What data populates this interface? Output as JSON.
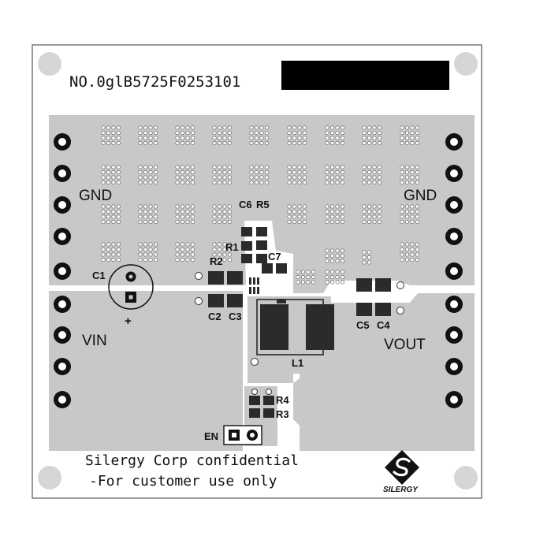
{
  "board": {
    "serial": "NO.0glB5725F0253101",
    "footer_line1": "Silergy Corp confidential",
    "footer_line2": "-For customer use only",
    "logo_text": "SILERGY"
  },
  "nets": {
    "gnd_left": "GND",
    "gnd_right": "GND",
    "vin": "VIN",
    "vout": "VOUT",
    "en": "EN"
  },
  "components": {
    "c1": "C1",
    "c1_polarity": "+",
    "c2": "C2",
    "c3": "C3",
    "c4": "C4",
    "c5": "C5",
    "c6": "C6",
    "c7": "C7",
    "r1": "R1",
    "r2": "R2",
    "r3": "R3",
    "r4": "R4",
    "r5": "R5",
    "l1": "L1"
  },
  "colors": {
    "board": "#ffffff",
    "copper": "#c8c8c8",
    "pad": "#2b2b2b",
    "silk": "#111111",
    "mounting_hole": "#d6d6d6",
    "redaction": "#000000"
  }
}
